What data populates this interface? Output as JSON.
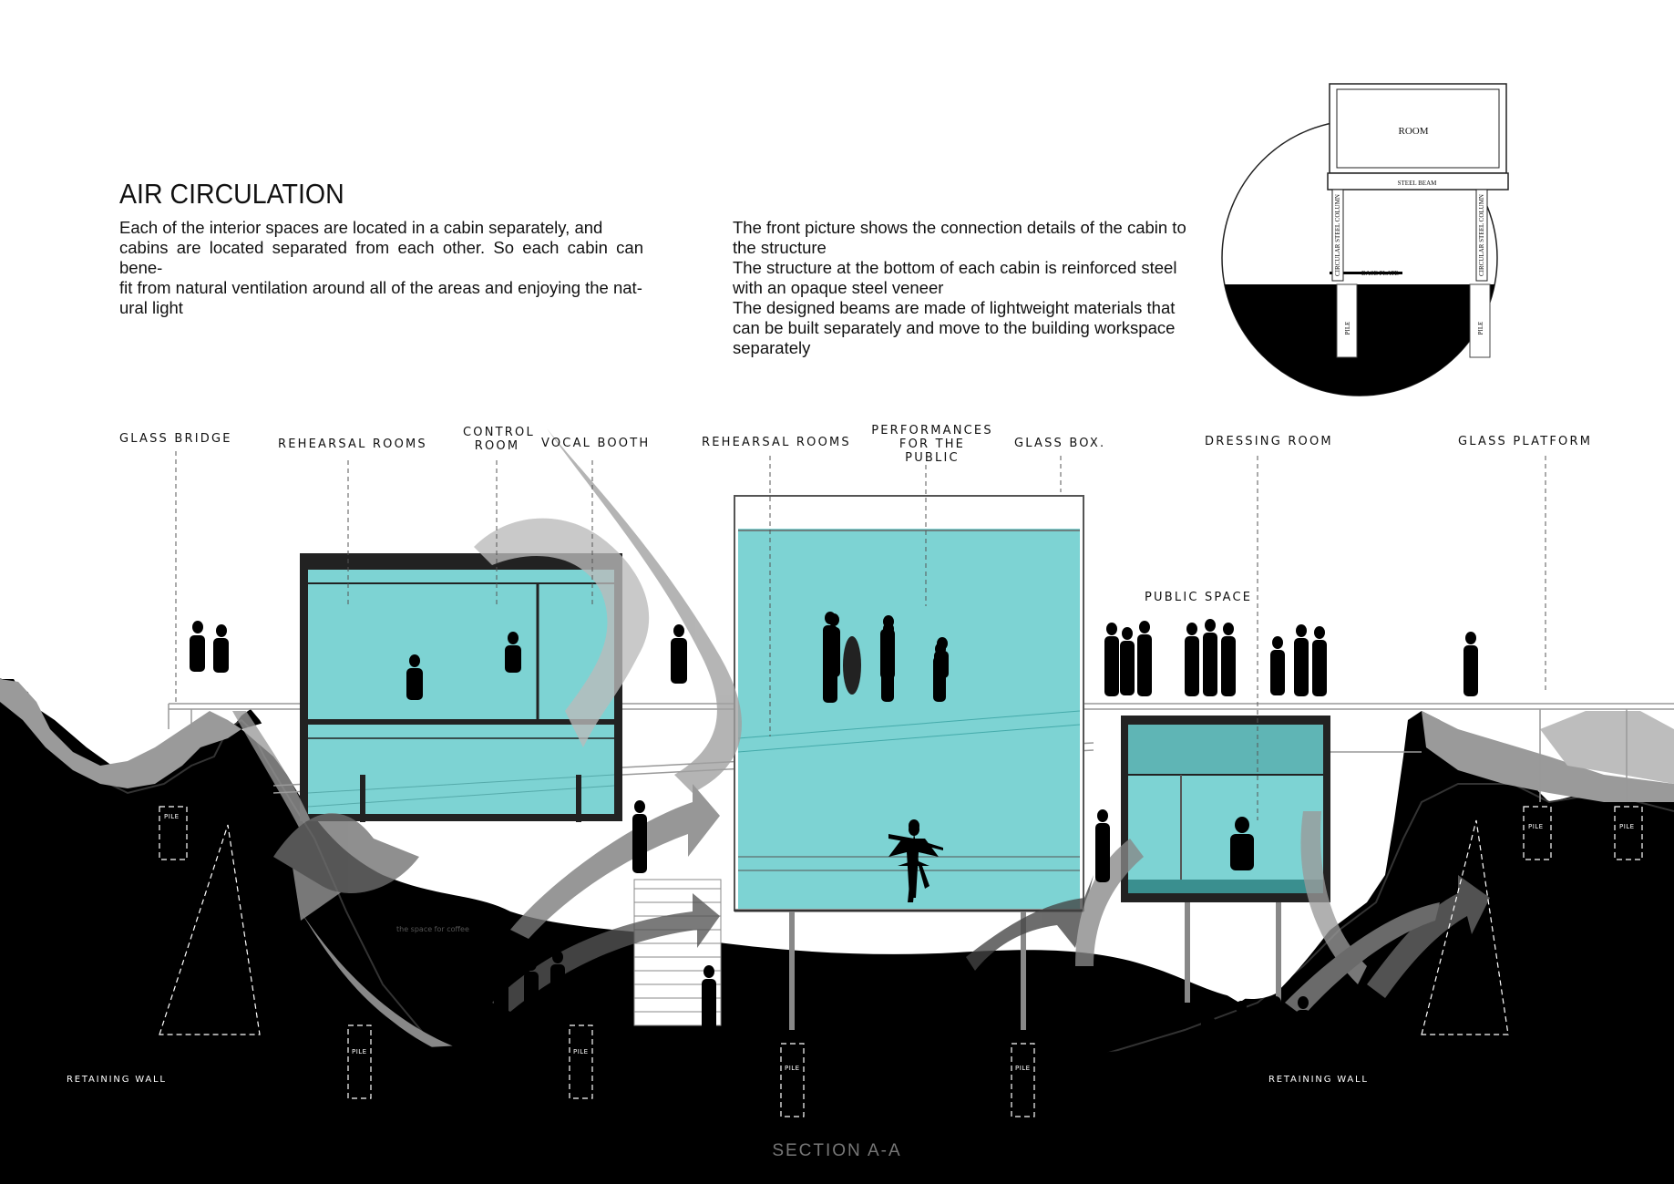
{
  "heading": "AIR CIRCULATION",
  "intro_lines": [
    "Each of the interior spaces are located in a cabin separately, and",
    "cabins are located separated from each other. So each cabin can bene-",
    "fit from natural ventilation around all of the areas and enjoying the nat-",
    "ural light"
  ],
  "detail_lines": [
    "The front picture shows the connection details of the cabin to",
    "the structure",
    " The structure at the bottom of each cabin is reinforced steel",
    "with an opaque steel veneer",
    " The designed beams are made of lightweight materials that",
    "can be built separately and move to the building workspace",
    "separately"
  ],
  "detail_diagram": {
    "room": "ROOM",
    "beam": "STEEL BEAM",
    "column": "CIRCULAR STEEL COLUMN",
    "base_plate": "BASE PLATE",
    "pile": "PILE"
  },
  "labels": {
    "glass_bridge": "Glass Bridge",
    "rehearsal_rooms_1": "Rehearsal rooms",
    "control_room": "control room",
    "vocal_booth": "vocal booth",
    "rehearsal_rooms_2": "Rehearsal rooms",
    "performances": "Performances for the public",
    "glass_box": "Glass box.",
    "dressing_room": "dressing room",
    "glass_platform": "Glass platform",
    "public_space": "public space",
    "retaining_wall_left": "retaining wall",
    "retaining_wall_right": "retaining wall",
    "coffee": "the space for coffee",
    "pile": "PILE"
  },
  "caption": "SECTION A-A",
  "colors": {
    "glass": "#7dd3d3",
    "ground": "#000000",
    "airflow": "#8a8a8a"
  }
}
